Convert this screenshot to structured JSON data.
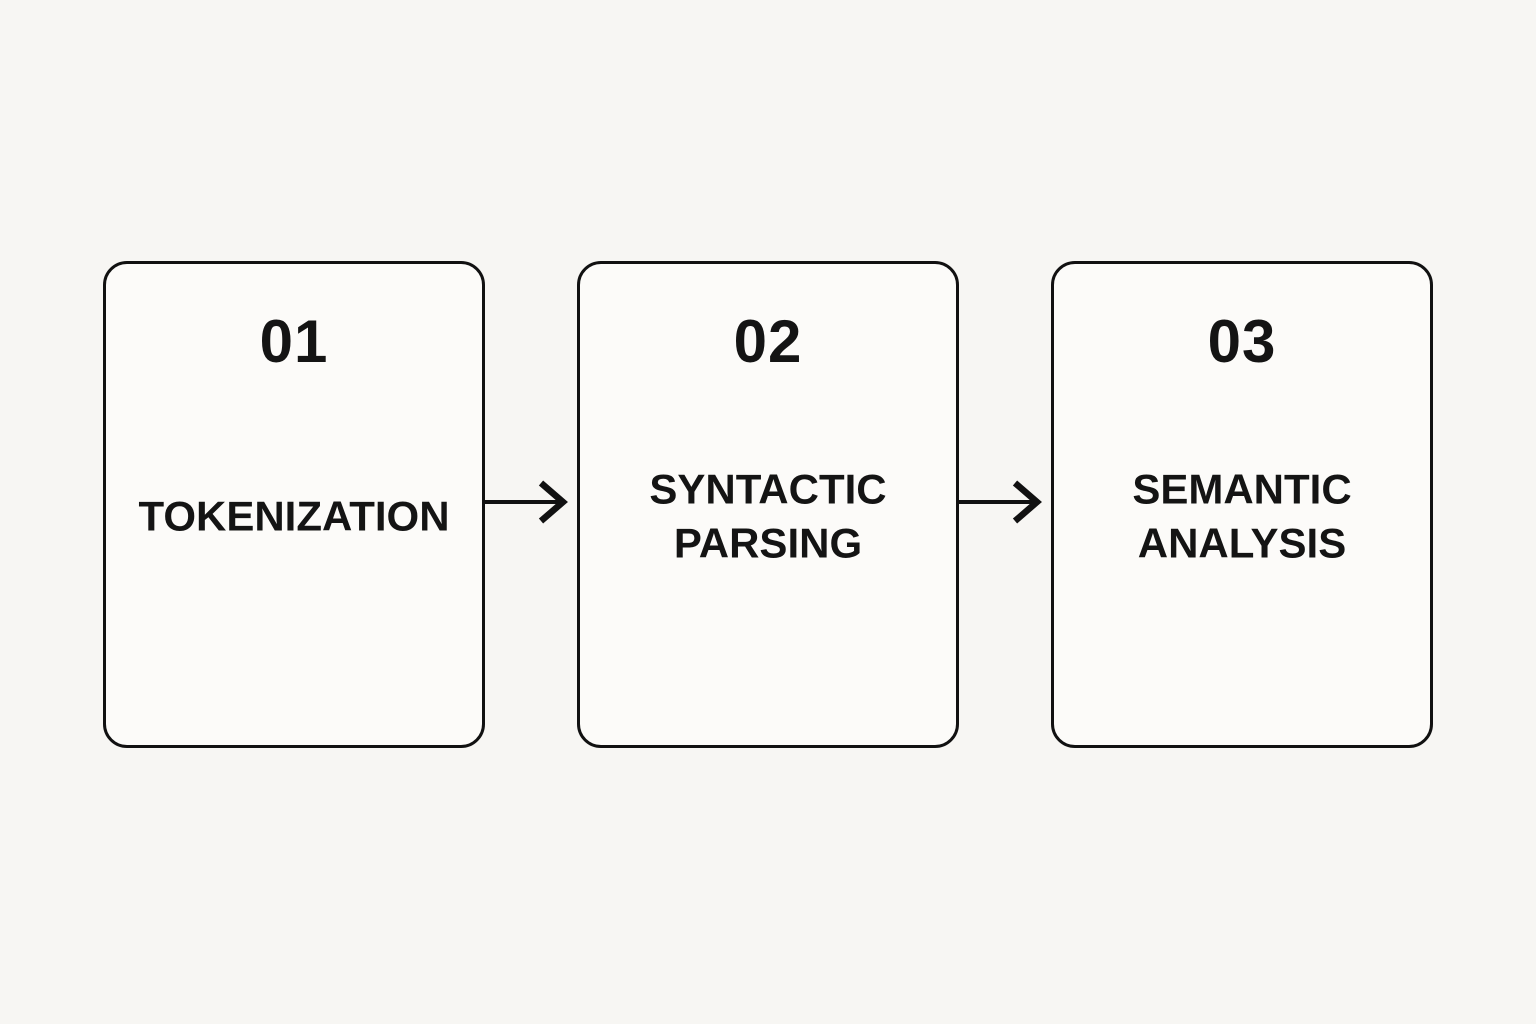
{
  "diagram": {
    "steps": [
      {
        "number": "01",
        "label": "TOKENIZATION"
      },
      {
        "number": "02",
        "label": "SYNTACTIC PARSING"
      },
      {
        "number": "03",
        "label": "SEMANTIC ANALYSIS"
      }
    ],
    "arrows": [
      {
        "icon": "right-arrow"
      },
      {
        "icon": "right-arrow"
      }
    ],
    "colors": {
      "background": "#f7f6f3",
      "card_background": "#fcfbf9",
      "border": "#111111",
      "text": "#141414"
    }
  }
}
